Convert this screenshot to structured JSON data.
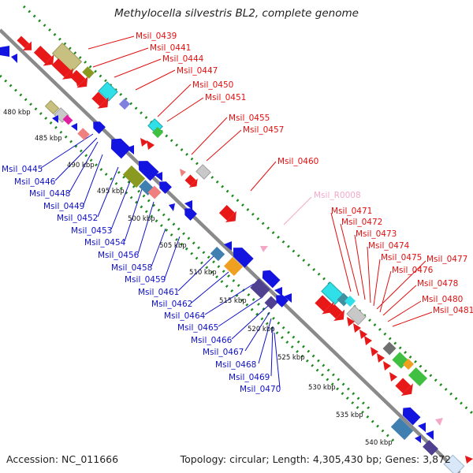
{
  "title": "Methylocella silvestris BL2, complete genome",
  "footer": {
    "accession": "Accession: NC_011666",
    "topology": "Topology: circular; Length: 4,305,430 bp; Genes: 3,872"
  },
  "colors": {
    "forward_label": "#e01010",
    "reverse_label": "#1010c8",
    "rna_label": "#f0a8c8",
    "backbone": "#888888",
    "guide_dots": "#1a8a1a"
  },
  "kbp_ticks": [
    "480 kbp",
    "485 kbp",
    "490 kbp",
    "495 kbp",
    "500 kbp",
    "505 kbp",
    "510 kbp",
    "515 kbp",
    "520 kbp",
    "525 kbp",
    "530 kbp",
    "535 kbp",
    "540 kbp"
  ],
  "forward_labels": [
    "Msil_0439",
    "Msil_0441",
    "Msil_0444",
    "Msil_0447",
    "Msil_0450",
    "Msil_0451",
    "Msil_0455",
    "Msil_0457",
    "Msil_0460",
    "Msil_0471",
    "Msil_0472",
    "Msil_0473",
    "Msil_0474",
    "Msil_0475",
    "Msil_0477",
    "Msil_0476",
    "Msil_0478",
    "Msil_0480",
    "Msil_0481"
  ],
  "rna_labels": [
    "Msil_R0008"
  ],
  "reverse_labels": [
    "Msil_0445",
    "Msil_0446",
    "Msil_0448",
    "Msil_0449",
    "Msil_0452",
    "Msil_0453",
    "Msil_0454",
    "Msil_0456",
    "Msil_0458",
    "Msil_0459",
    "Msil_0461",
    "Msil_0462",
    "Msil_0464",
    "Msil_0465",
    "Msil_0466",
    "Msil_0467",
    "Msil_0468",
    "Msil_0469",
    "Msil_0470"
  ]
}
